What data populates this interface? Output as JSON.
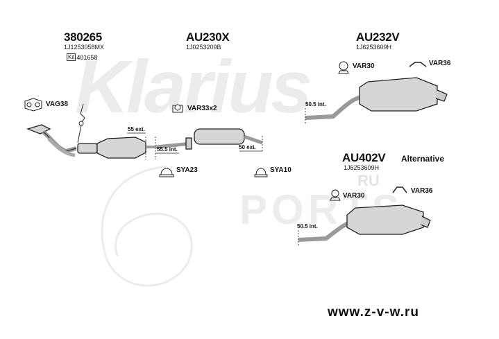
{
  "watermark": {
    "brand": "Klarius",
    "ru": "RU",
    "ports": "PORTS"
  },
  "parts": {
    "p380265": {
      "code": "380265",
      "oem": "1J1253058MX",
      "kit_icon": "Kit",
      "kit": "401658"
    },
    "au230x": {
      "code": "AU230X",
      "oem": "1J0253209B"
    },
    "au232v": {
      "code": "AU232V",
      "oem": "1J6253609H"
    },
    "au402v": {
      "code": "AU402V",
      "oem": "1J6253609H",
      "note": "Alternative"
    }
  },
  "fittings": {
    "vag38": "VAG38",
    "var33x2": "VAR33x2",
    "var30_top": "VAR30",
    "var36_top": "VAR36",
    "sya23": "SYA23",
    "sya10": "SYA10",
    "var30_alt": "VAR30",
    "var36_alt": "VAR36"
  },
  "dimensions": {
    "ext55": "55 ext.",
    "int555": "55.5 int.",
    "int50": "50 ext.",
    "int505_top": "50.5 int.",
    "int505_alt": "50.5 int."
  },
  "footer": {
    "website": "www.z-v-w.ru"
  },
  "colors": {
    "line": "#222222",
    "part_fill": "#d6d6d6",
    "watermark": "#e6e6e6"
  }
}
